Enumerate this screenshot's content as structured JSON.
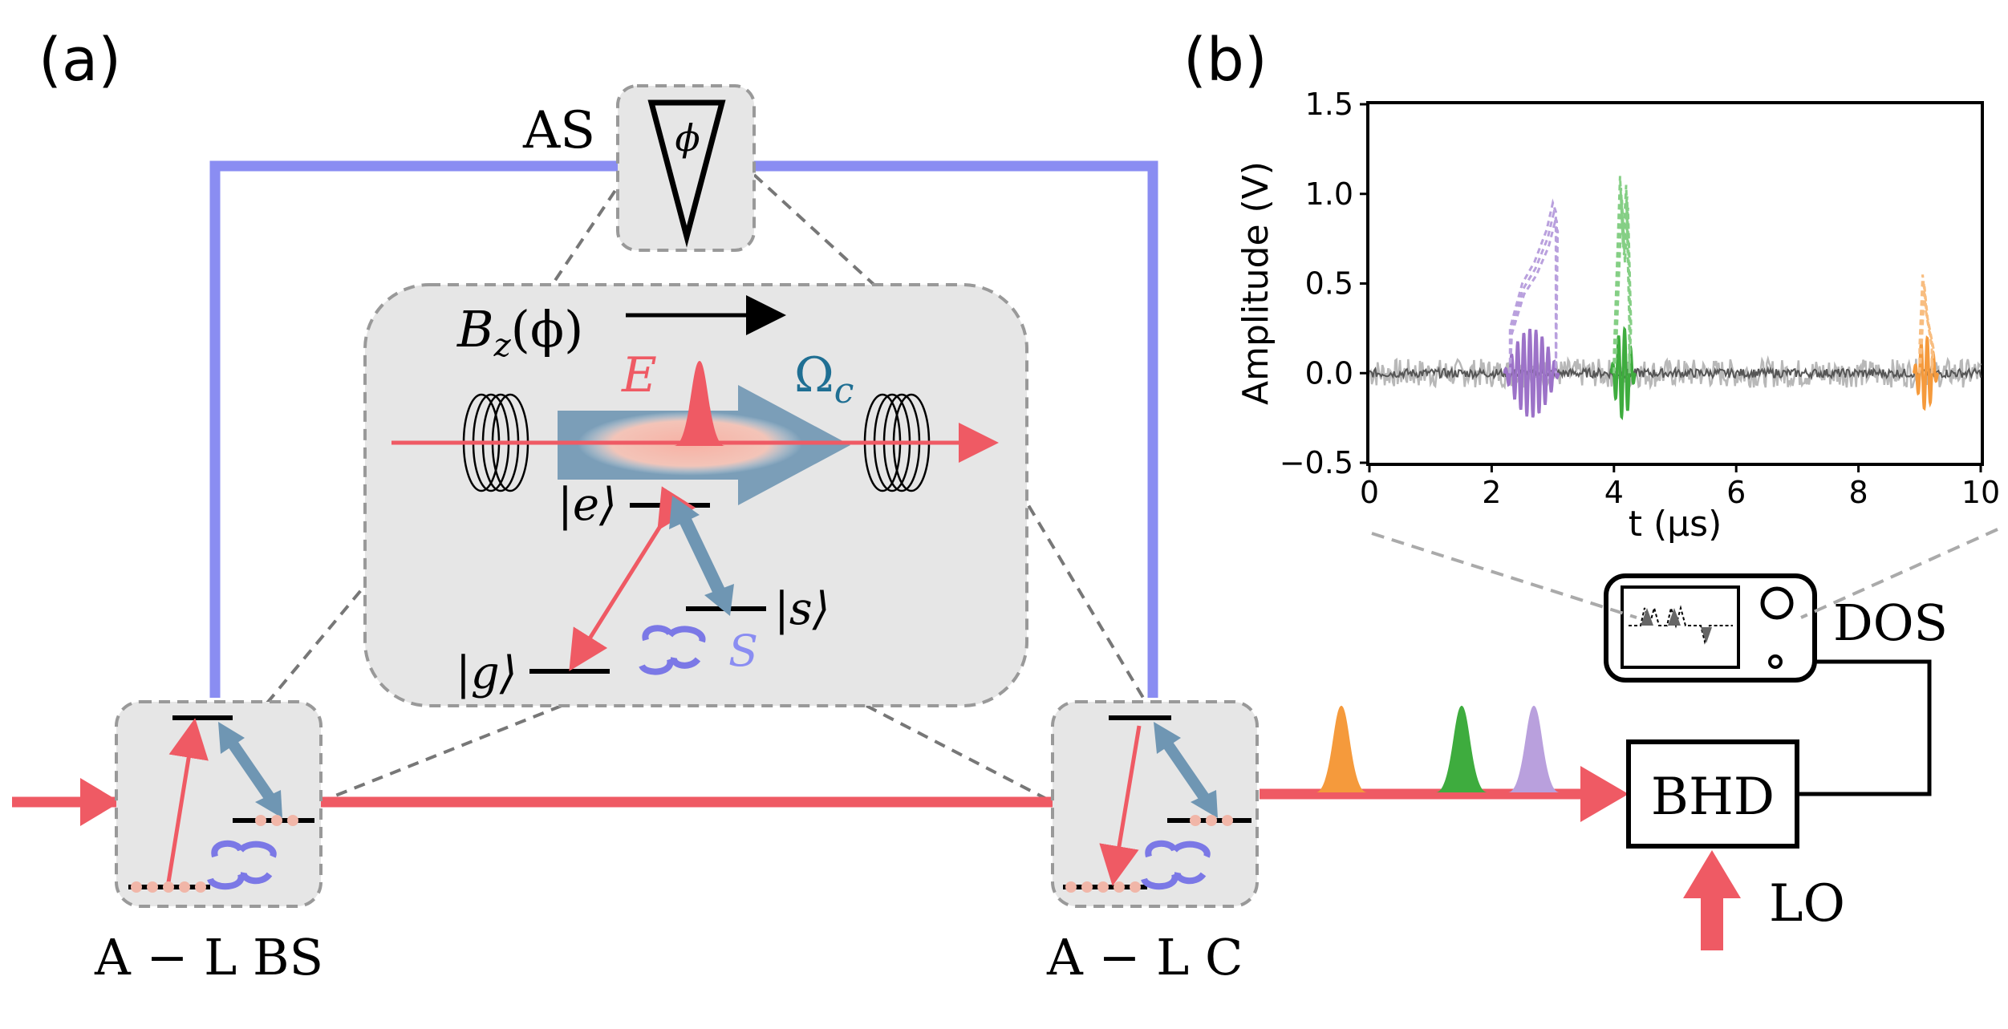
{
  "panel_a": {
    "label": "(a)",
    "as_label": "AS",
    "phi": "ϕ",
    "bz_label": "B",
    "bz_sub": "z",
    "bz_arg": "(ϕ)",
    "e_label": "E",
    "omega_label": "Ω",
    "omega_sub": "c",
    "ket_e": "|e⟩",
    "ket_s": "|s⟩",
    "ket_g": "|g⟩",
    "s_label": "S",
    "bs_label": "A − L BS",
    "c_label": "A − L C",
    "dos_label": "DOS",
    "bhd_label": "BHD",
    "lo_label": "LO"
  },
  "panel_b": {
    "label": "(b)"
  },
  "colors": {
    "signal_red": "#ef5a64",
    "control_blue": "#6f96b3",
    "loop_blue": "#8a8df2",
    "spin_purple": "#7b78e6",
    "box_gray": "#e6e6e6",
    "pulse_orange": "#f59a3c",
    "pulse_green": "#3eac3e",
    "pulse_purple": "#9c72c8"
  },
  "chart_data": {
    "type": "line",
    "xlabel": "t (μs)",
    "ylabel": "Amplitude (V)",
    "xlim": [
      0,
      10
    ],
    "ylim": [
      -0.5,
      1.5
    ],
    "xticks": [
      0,
      2,
      4,
      6,
      8,
      10
    ],
    "yticks": [
      -0.5,
      0.0,
      0.5,
      1.0,
      1.5
    ],
    "xtick_labels": [
      "0",
      "2",
      "4",
      "6",
      "8",
      "10"
    ],
    "ytick_labels": [
      "−0.5",
      "0.0",
      "0.5",
      "1.0",
      "1.5"
    ],
    "grid": false,
    "series": [
      {
        "style": "noise-light-gray",
        "x": [
          0,
          10
        ],
        "y": [
          0.0,
          0.0
        ],
        "amplitude": 0.08
      },
      {
        "style": "noise-dark-gray",
        "x": [
          0,
          10
        ],
        "y": [
          0.0,
          0.0
        ],
        "amplitude": 0.025
      },
      {
        "style": "oscillation",
        "color": "#9c72c8",
        "x": [
          2.2,
          3.1
        ],
        "y": [
          -0.25,
          0.25
        ]
      },
      {
        "style": "envelope-dashed",
        "color": "#b9a0dd",
        "x": [
          2.3,
          2.5,
          2.7,
          2.9,
          3.0,
          3.05
        ],
        "y": [
          0.25,
          0.5,
          0.62,
          0.8,
          0.95,
          0.9
        ]
      },
      {
        "style": "oscillation",
        "color": "#3eac3e",
        "x": [
          3.95,
          4.35
        ],
        "y": [
          -0.25,
          0.22
        ]
      },
      {
        "style": "envelope-dashed",
        "color": "#85cf85",
        "x": [
          4.0,
          4.1,
          4.15,
          4.2,
          4.25
        ],
        "y": [
          0.1,
          1.1,
          0.7,
          1.05,
          0.3
        ]
      },
      {
        "style": "oscillation",
        "color": "#f59a3c",
        "x": [
          8.9,
          9.3
        ],
        "y": [
          -0.2,
          0.18
        ]
      },
      {
        "style": "envelope-dashed",
        "color": "#f8bd80",
        "x": [
          9.0,
          9.05,
          9.1,
          9.2
        ],
        "y": [
          0.15,
          0.55,
          0.35,
          0.15
        ]
      }
    ]
  }
}
